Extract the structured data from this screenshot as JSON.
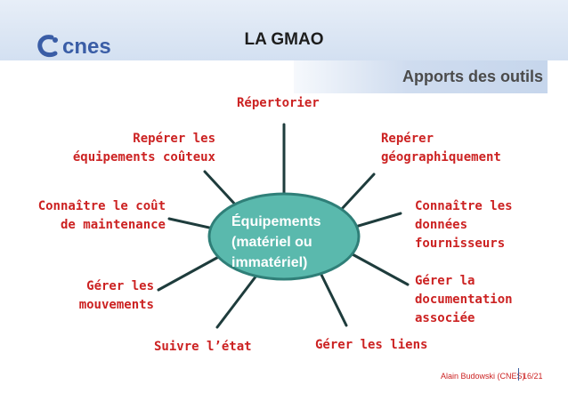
{
  "header": {
    "logo_text": "cnes",
    "title": "LA GMAO",
    "subtitle": "Apports des outils"
  },
  "diagram": {
    "center": "Équipements\n(matériel ou\nimmatériel)",
    "nodes": [
      "Répertorier",
      "Repérer\ngéographiquement",
      "Connaître les\ndonnées\nfournisseurs",
      "Gérer la\ndocumentation\nassociée",
      "Gérer les liens",
      "Suivre l’état",
      "Gérer les\nmouvements",
      "Connaître le coût\nde maintenance",
      "Repérer les\néquipements coûteux"
    ]
  },
  "footer": {
    "author": "Alain Budowski (CNES)",
    "page": "16/21"
  },
  "colors": {
    "label": "#cc2222",
    "center_fill": "#5ab9ad",
    "center_stroke": "#2f7f78",
    "spoke": "#1e3c3c"
  }
}
